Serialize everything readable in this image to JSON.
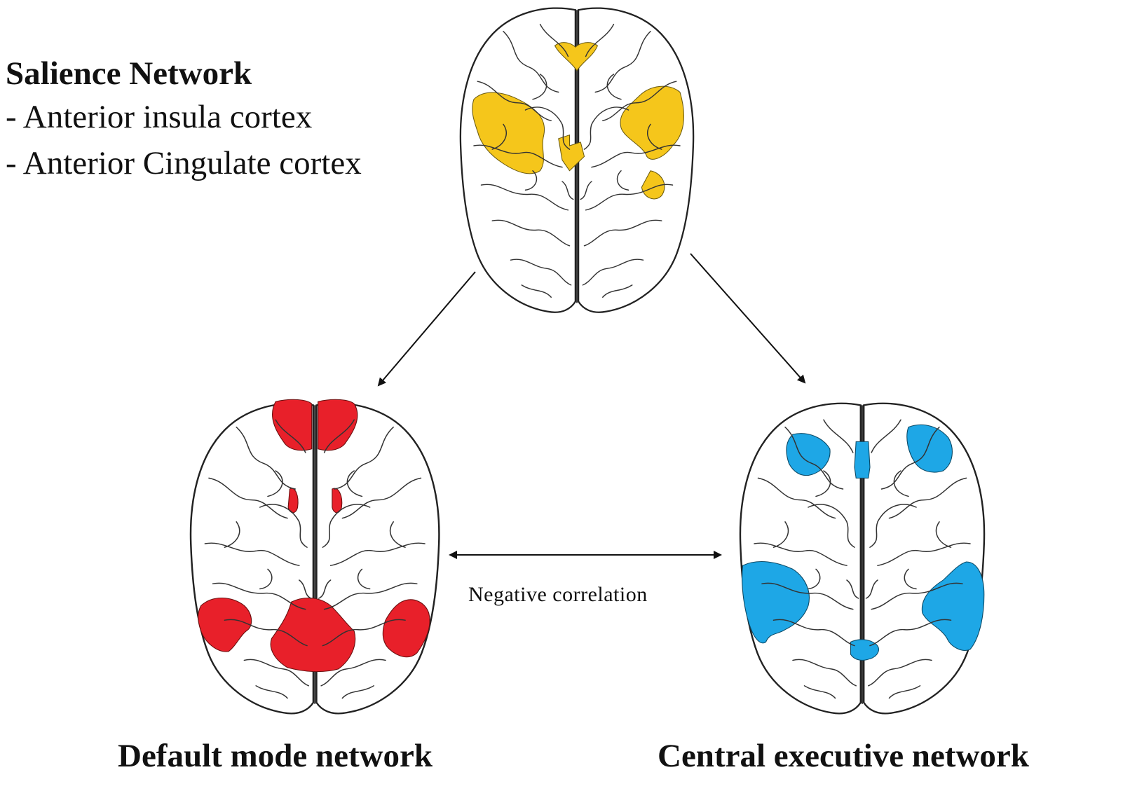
{
  "salience": {
    "title": "Salience Network",
    "items": [
      "- Anterior insula cortex",
      "- Anterior Cingulate cortex"
    ]
  },
  "relation_label": "Negative correlation",
  "default_mode": {
    "title": "Default mode network"
  },
  "central_executive": {
    "title": "Central executive network"
  },
  "colors": {
    "salience": "#f5c61b",
    "default_mode": "#e8202a",
    "central_executive": "#1ea7e6",
    "outline": "#222222"
  }
}
